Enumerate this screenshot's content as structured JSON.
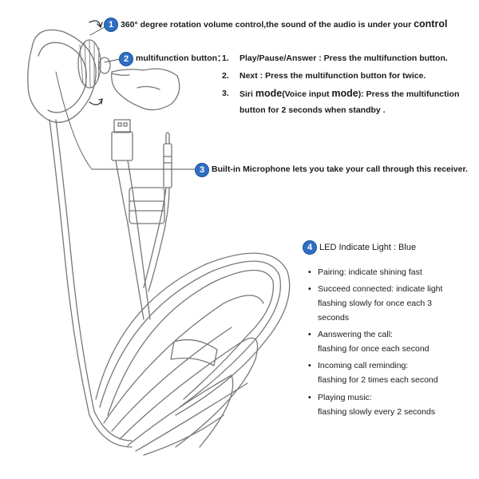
{
  "callouts": [
    {
      "number": "1",
      "text": "360° degree rotation volume control,the sound of  the audio is under your ",
      "emph": "control"
    },
    {
      "number": "2",
      "text": "multifunction button："
    },
    {
      "number": "3",
      "text": "Built-in Microphone lets you take your call through this receiver."
    },
    {
      "number": "4",
      "text": "LED Indicate Light : Blue"
    }
  ],
  "functions": [
    {
      "index": "1.",
      "text": "Play/Pause/Answer : Press the multifunction button."
    },
    {
      "index": "2.",
      "text": "Next : Press the multifunction button for twice."
    },
    {
      "index": "3.",
      "line1_pre": "Siri ",
      "line1_mode": "mode",
      "line1_mid": "(Voice input ",
      "line1_mode2": "mode",
      "line1_post": "): Press the multifunction",
      "line2": "button for 2 seconds when standby ."
    }
  ],
  "led_states": [
    {
      "lines": [
        "Pairing: indicate shining fast"
      ]
    },
    {
      "lines": [
        "Succeed connected:  indicate light",
        "flashing slowly for once each 3",
        "seconds"
      ]
    },
    {
      "lines": [
        "Aanswering the call:",
        "flashing for once each second"
      ]
    },
    {
      "lines": [
        "Incoming call reminding:",
        "flashing for 2 times each second"
      ]
    },
    {
      "lines": [
        "Playing music:",
        "flashing slowly every 2 seconds"
      ]
    }
  ],
  "colors": {
    "badge": "#2f6fc4",
    "line": "#555555"
  }
}
